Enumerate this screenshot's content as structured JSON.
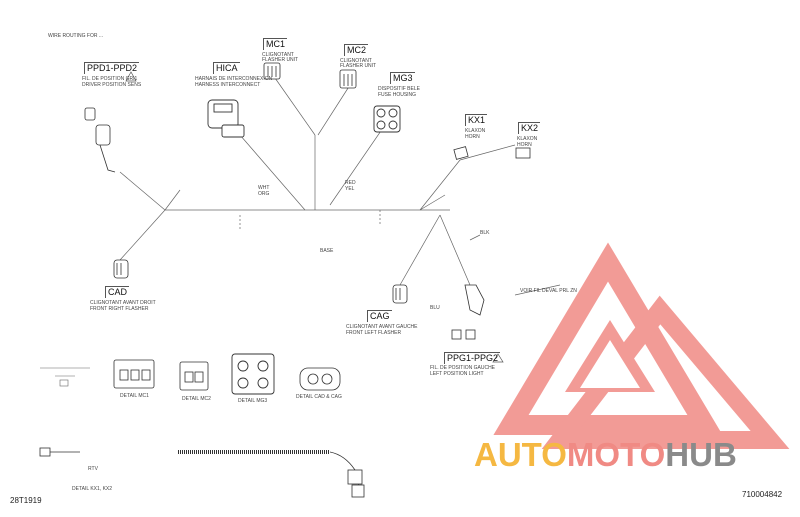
{
  "watermark": {
    "auto": "AUTO",
    "moto": "MOTO",
    "hub": "HUB",
    "colors": {
      "red": "#f08a84",
      "orange": "#f5b842",
      "gray": "#8a8a8a"
    }
  },
  "corners": {
    "left_code": "28T1919",
    "right_code": "710004842"
  },
  "note_top": "WIRE ROUTING FOR ...",
  "connectors": {
    "ppd": {
      "code": "PPD1-PPD2",
      "desc1": "FIL. DE POSITION GRI1",
      "desc2": "DRIVER POSITION SENS"
    },
    "hica": {
      "code": "HICA",
      "desc1": "HARNAIS DE INTERCONNEXION",
      "desc2": "HARNESS INTERCONNECT"
    },
    "mc1": {
      "code": "MC1",
      "desc1": "CLIGNOTANT",
      "desc2": "FLASHER UNIT"
    },
    "mc2": {
      "code": "MC2",
      "desc1": "CLIGNOTANT",
      "desc2": "FLASHER UNIT"
    },
    "mg3": {
      "code": "MG3",
      "desc1": "DISPOSITIF BELE",
      "desc2": "FUSE HOUSING"
    },
    "kx1": {
      "code": "KX1",
      "desc1": "KLAXON",
      "desc2": "HORN"
    },
    "kx2": {
      "code": "KX2",
      "desc1": "KLAXON",
      "desc2": "HORN"
    },
    "cad": {
      "code": "CAD",
      "desc1": "CLIGNOTANT AVANT DROIT",
      "desc2": "FRONT RIGHT FLASHER"
    },
    "cag": {
      "code": "CAG",
      "desc1": "CLIGNOTANT AVANT GAUCHE",
      "desc2": "FRONT LEFT FLASHER"
    },
    "ppg": {
      "code": "PPG1-PPG2",
      "desc1": "FIL. DE POSITION GAUCHE",
      "desc2": "LEFT POSITION LIGHT"
    }
  },
  "details": {
    "mc1": "DETAIL MC1",
    "mc2": "DETAIL MC2",
    "mg3": "DETAIL MG3",
    "cad_cag": "DETAIL CAD & CAG",
    "kx": "DETAIL KX1, KX2",
    "kx_tag": "RTV"
  },
  "small_labels": {
    "view_note": "VOIR FIL DEVAL PRL ZN",
    "base": "BASE",
    "center_a": "RED",
    "center_b": "YEL",
    "left_a": "WHT",
    "left_b": "ORG",
    "right_a": "BLK",
    "right_b": "BLU"
  },
  "icon_names": [
    "warning-triangle-icon",
    "connector-plug-icon",
    "wire-harness-icon"
  ]
}
